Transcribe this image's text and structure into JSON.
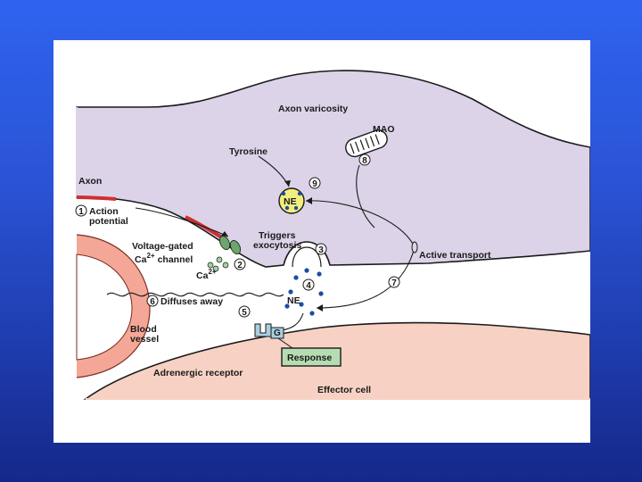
{
  "diagram": {
    "labels": {
      "axon_varicosity": "Axon varicosity",
      "mao": "MAO",
      "tyrosine": "Tyrosine",
      "axon": "Axon",
      "action": "Action",
      "potential": "potential",
      "ne_vesicle": "NE",
      "triggers": "Triggers",
      "exocytosis": "exocytosis",
      "voltage_gated": "Voltage-gated",
      "ca_channel_ca": "Ca",
      "ca_channel_sup": "2+",
      "ca_channel_word": "channel",
      "ca_ion_ca": "Ca",
      "ca_ion_sup": "2+",
      "active_transport": "Active transport",
      "ne_released": "NE",
      "diffuses_away": "Diffuses away",
      "blood": "Blood",
      "vessel": "vessel",
      "g_protein": "G",
      "response": "Response",
      "adrenergic_receptor": "Adrenergic receptor",
      "effector_cell": "Effector cell"
    },
    "steps": [
      "1",
      "2",
      "3",
      "4",
      "5",
      "6",
      "7",
      "8",
      "9"
    ],
    "colors": {
      "axon_fill": "#dcd3e8",
      "effector_fill": "#f7d2c4",
      "blood_vessel": "#f4a796",
      "vesicle_fill": "#f2ee7d",
      "ne_molecule": "#1c4da0",
      "action_potential": "#cf2f31",
      "channel_green": "#6aa66d",
      "receptor_blue": "#a9cfe1",
      "response_box": "#b6dcb2"
    }
  }
}
